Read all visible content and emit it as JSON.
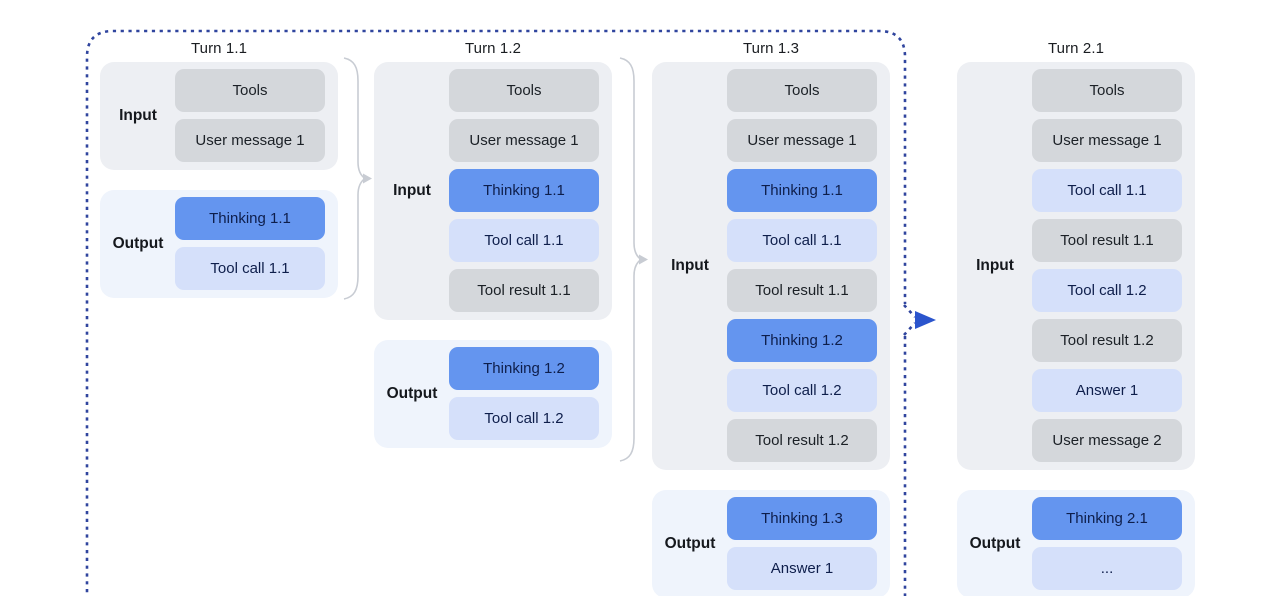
{
  "colors": {
    "canvas-bg": "#ffffff",
    "panel-input-bg": "#edeff3",
    "panel-output-bg": "#eff4fc",
    "box-gray": "#d4d7db",
    "box-blue": "#6495ef",
    "box-lightblue": "#d5e0fa",
    "text-dark": "#1b2026",
    "text-navy": "#0e1e4b",
    "dashed-border": "#30459e",
    "arrow-blue": "#2b55cd",
    "bracket-gray": "#c8ccd3"
  },
  "turns": [
    {
      "title": "Turn 1.1",
      "input_label": "Input",
      "output_label": "Output",
      "input_boxes": [
        {
          "text": "Tools",
          "variant": "gray"
        },
        {
          "text": "User message 1",
          "variant": "gray"
        }
      ],
      "output_boxes": [
        {
          "text": "Thinking 1.1",
          "variant": "blue"
        },
        {
          "text": "Tool call 1.1",
          "variant": "lightblue"
        }
      ]
    },
    {
      "title": "Turn 1.2",
      "input_label": "Input",
      "output_label": "Output",
      "input_boxes": [
        {
          "text": "Tools",
          "variant": "gray"
        },
        {
          "text": "User message 1",
          "variant": "gray"
        },
        {
          "text": "Thinking 1.1",
          "variant": "blue"
        },
        {
          "text": "Tool call 1.1",
          "variant": "lightblue"
        },
        {
          "text": "Tool result 1.1",
          "variant": "gray"
        }
      ],
      "output_boxes": [
        {
          "text": "Thinking 1.2",
          "variant": "blue"
        },
        {
          "text": "Tool call 1.2",
          "variant": "lightblue"
        }
      ]
    },
    {
      "title": "Turn 1.3",
      "input_label": "Input",
      "output_label": "Output",
      "input_boxes": [
        {
          "text": "Tools",
          "variant": "gray"
        },
        {
          "text": "User message 1",
          "variant": "gray"
        },
        {
          "text": "Thinking 1.1",
          "variant": "blue"
        },
        {
          "text": "Tool call 1.1",
          "variant": "lightblue"
        },
        {
          "text": "Tool result 1.1",
          "variant": "gray"
        },
        {
          "text": "Thinking 1.2",
          "variant": "blue"
        },
        {
          "text": "Tool call 1.2",
          "variant": "lightblue"
        },
        {
          "text": "Tool result 1.2",
          "variant": "gray"
        }
      ],
      "output_boxes": [
        {
          "text": "Thinking 1.3",
          "variant": "blue"
        },
        {
          "text": "Answer 1",
          "variant": "lightblue"
        }
      ]
    },
    {
      "title": "Turn 2.1",
      "input_label": "Input",
      "output_label": "Output",
      "input_boxes": [
        {
          "text": "Tools",
          "variant": "gray"
        },
        {
          "text": "User message 1",
          "variant": "gray"
        },
        {
          "text": "Tool call 1.1",
          "variant": "lightblue"
        },
        {
          "text": "Tool result 1.1",
          "variant": "gray"
        },
        {
          "text": "Tool call 1.2",
          "variant": "lightblue"
        },
        {
          "text": "Tool result 1.2",
          "variant": "gray"
        },
        {
          "text": "Answer 1",
          "variant": "lightblue"
        },
        {
          "text": "User message 2",
          "variant": "gray"
        }
      ],
      "output_boxes": [
        {
          "text": "Thinking 2.1",
          "variant": "blue"
        },
        {
          "text": "...",
          "variant": "lightblue"
        }
      ]
    }
  ]
}
